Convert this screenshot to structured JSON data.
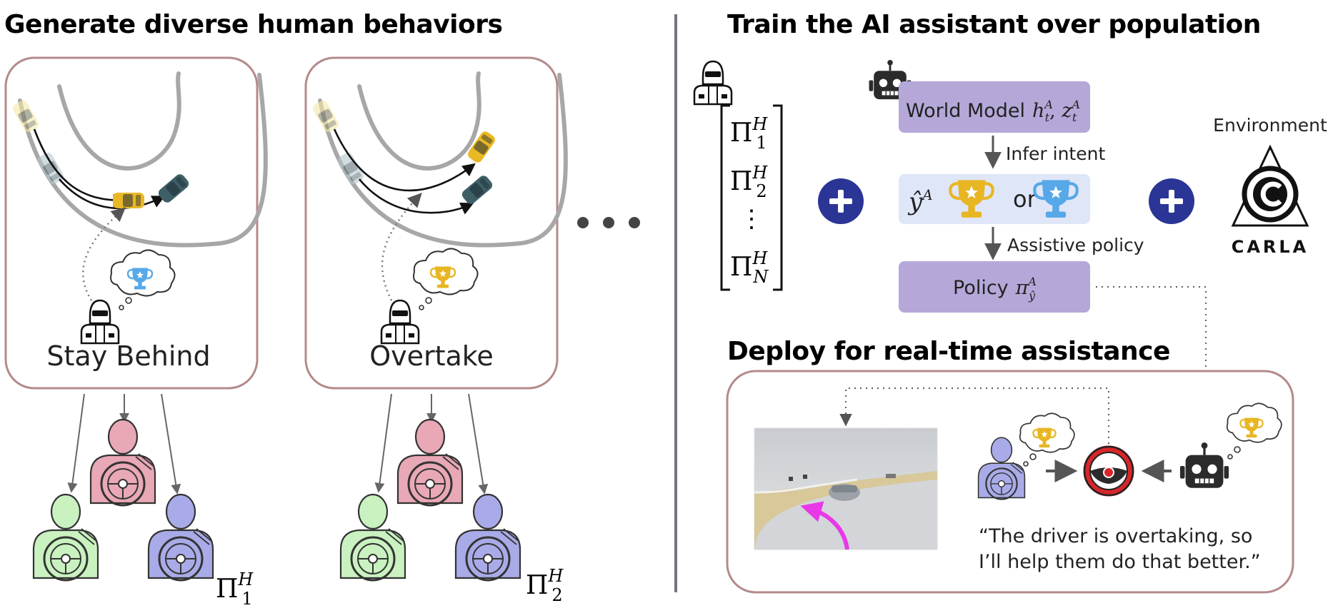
{
  "colors": {
    "panel_border": "#b48a8a",
    "divider": "#737480",
    "model_box": "#b5a8d9",
    "intent_box": "#dfe6f8",
    "plus": "#2a3596",
    "gold": "#e8b623",
    "blue_trophy": "#56a8e8",
    "driver_green": "#c9f2c0",
    "driver_pink": "#e9a8b6",
    "driver_purple": "#a9abe8",
    "robot": "#2b2b2b",
    "wheel_red": "#d8262a",
    "magenta_arrow": "#e838e8"
  },
  "left": {
    "heading": "Generate diverse human behaviors",
    "panel_stay": {
      "label": "Stay Behind"
    },
    "panel_overtake": {
      "label": "Overtake"
    },
    "ellipsis": "• • •",
    "pi1": {
      "base": "Π",
      "sup": "H",
      "sub": "1"
    },
    "pi2": {
      "base": "Π",
      "sup": "H",
      "sub": "2"
    }
  },
  "right": {
    "heading": "Train the AI assistant over population",
    "population": [
      {
        "base": "Π",
        "sup": "H",
        "sub": "1"
      },
      {
        "base": "Π",
        "sup": "H",
        "sub": "2"
      },
      {
        "base": "Π",
        "sup": "H",
        "sub": "N"
      }
    ],
    "vdots": "⋮",
    "world_model": {
      "text": "World Model",
      "h": "h",
      "h_sub": "t",
      "h_sup": "A",
      "comma": ", ",
      "z": "z",
      "z_sub": "t",
      "z_sup": "A"
    },
    "infer_intent": "Infer intent",
    "intent": {
      "y": "ŷ",
      "y_sup": "A",
      "or": "or"
    },
    "assistive_policy": "Assistive policy",
    "policy": {
      "text": "Policy",
      "pi": "π",
      "pi_sub": "ŷ",
      "pi_sup": "A"
    },
    "environment": "Environment",
    "carla": "CARLA",
    "deploy_heading": "Deploy for real-time assistance",
    "quote_line1": "“The driver is overtaking, so",
    "quote_line2": "I’ll help them do that better.”"
  }
}
